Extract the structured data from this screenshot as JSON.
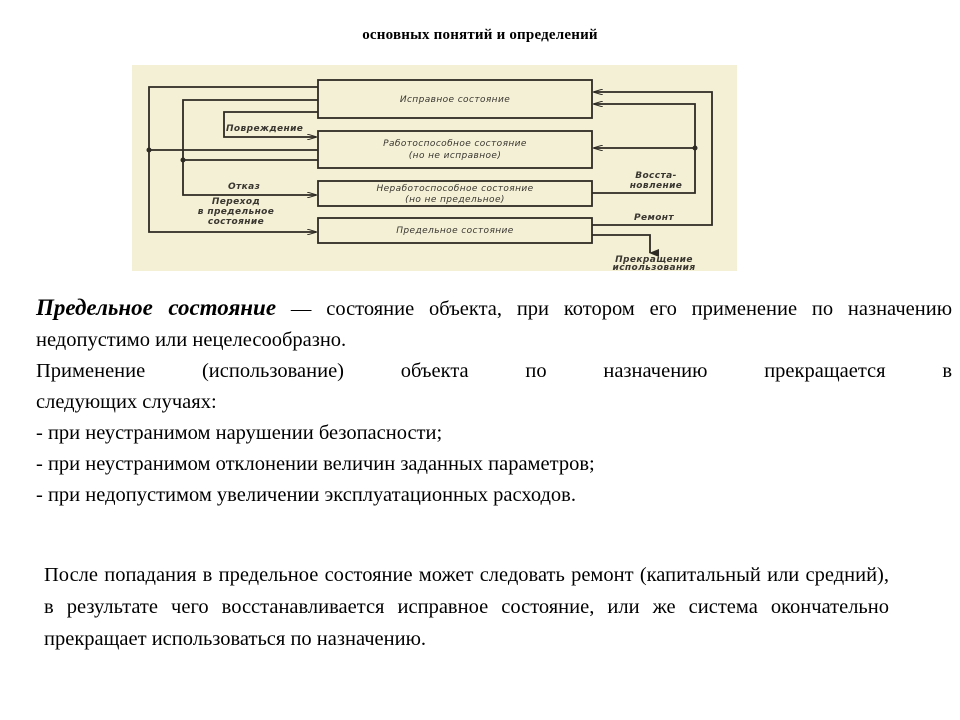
{
  "header": {
    "title": "основных понятий и определений"
  },
  "diagram": {
    "background": "#f3f0d6",
    "line_color": "#2e2a24",
    "states": [
      {
        "id": "serviceable",
        "lines": [
          "Исправное состояние"
        ]
      },
      {
        "id": "operable",
        "lines": [
          "Работоспособное состояние",
          "(но не исправное)"
        ]
      },
      {
        "id": "inoperable",
        "lines": [
          "Неработоспособное состояние",
          "(но не предельное)"
        ]
      },
      {
        "id": "limit",
        "lines": [
          "Предельное состояние"
        ]
      }
    ],
    "transitions": {
      "damage": "Повреждение",
      "failure": "Отказ",
      "limit_transition": [
        "Переход",
        "в предельное",
        "состояние"
      ],
      "restoration": [
        "Восста-",
        "новление"
      ],
      "repair": "Ремонт",
      "termination": [
        "Прекращение",
        "использования"
      ]
    }
  },
  "definition": {
    "term": "Предельное состояние",
    "dash": " — ",
    "text": "состояние объекта, при котором его применение по назначению недопустимо или нецелесообразно.",
    "intro_line1": "Применение (использование) объекта по назначению прекращается в",
    "intro_line2": "следующих случаях:",
    "cases": [
      "- при неустранимом нарушении безопасности;",
      "- при неустранимом отклонении величин заданных параметров;",
      "- при недопустимом увеличении эксплуатационных расходов."
    ]
  },
  "after_limit": {
    "text": "После попадания в предельное состояние может следовать ремонт (капитальный или средний), в результате чего восстанавливается исправное состояние, или же система окончательно прекращает использоваться по назначению."
  }
}
